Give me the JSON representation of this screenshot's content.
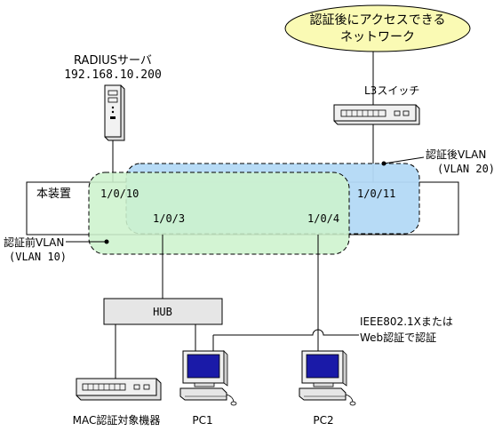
{
  "cloud": {
    "line1": "認証後にアクセスできる",
    "line2": "ネットワーク"
  },
  "radius": {
    "name": "RADIUSサーバ",
    "ip": "192.168.10.200"
  },
  "l3switch": {
    "label": "L3スイッチ"
  },
  "device": {
    "label": "本装置",
    "ports": {
      "p10": "1/0/10",
      "p11": "1/0/11",
      "p3": "1/0/3",
      "p4": "1/0/4"
    }
  },
  "vlan_after": {
    "label": "認証後VLAN",
    "id": "(VLAN 20)",
    "color": "#b3d9f5"
  },
  "vlan_before": {
    "label": "認証前VLAN",
    "id": "(VLAN 10)",
    "color": "#cdf2cd"
  },
  "hub": {
    "label": "HUB"
  },
  "auth_note": {
    "line1": "IEEE802.1Xまたは",
    "line2": "Web認証で認証"
  },
  "mac_device": {
    "label": "MAC認証対象機器"
  },
  "pc1": {
    "label": "PC1"
  },
  "pc2": {
    "label": "PC2"
  },
  "colors": {
    "cloud_fill": "#fafab4",
    "hub_fill": "#e6e6e6",
    "screen": "#1a1aa8"
  }
}
